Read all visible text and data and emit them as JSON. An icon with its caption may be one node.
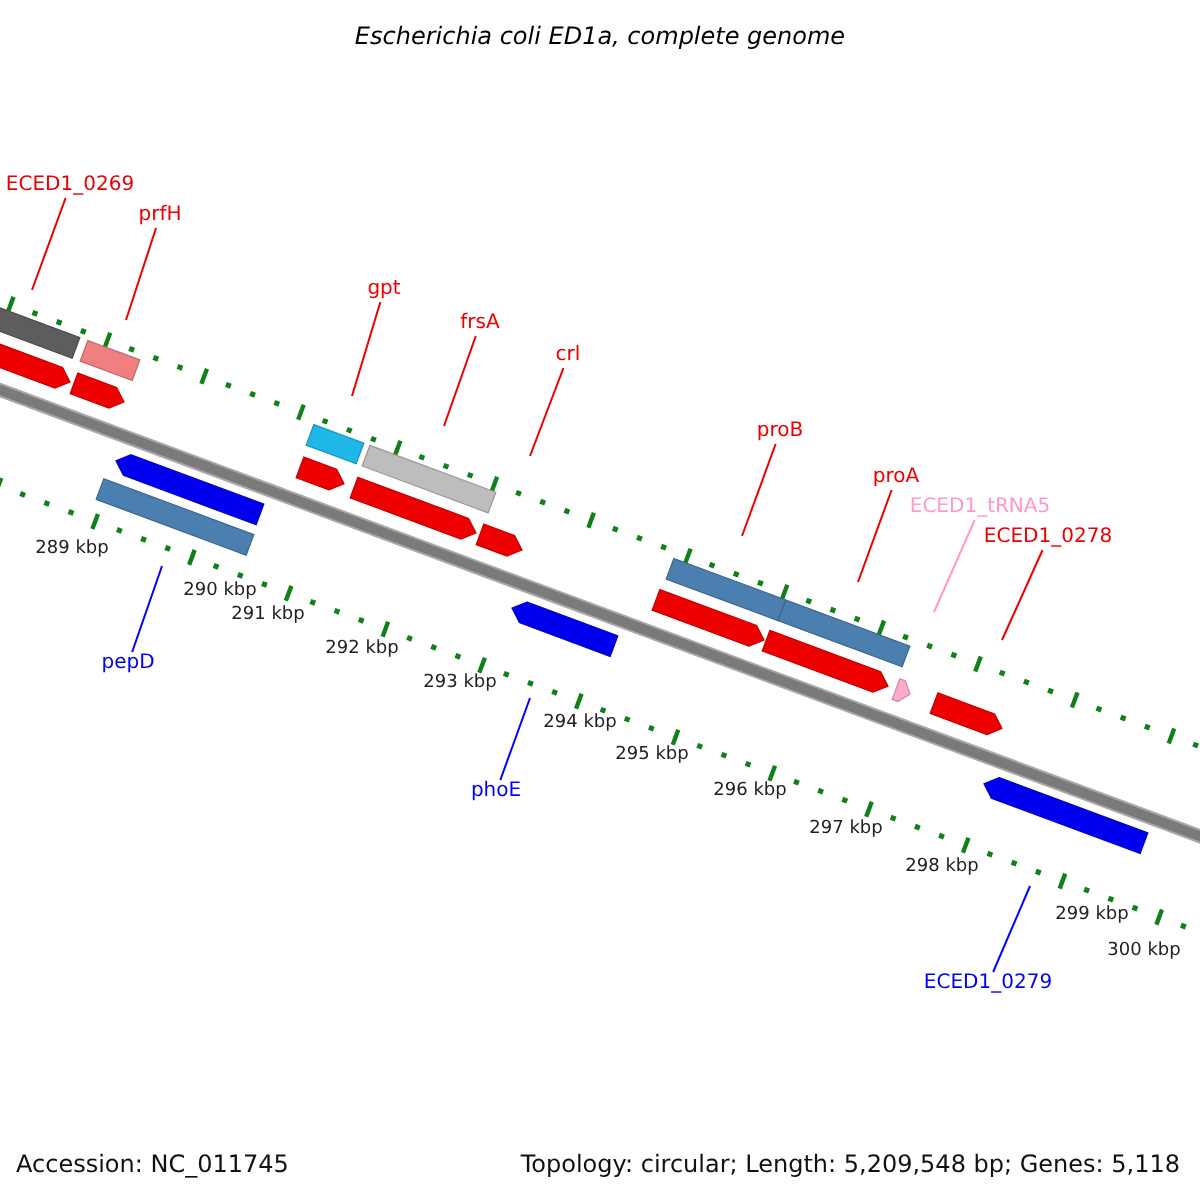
{
  "diagram": {
    "title": "Escherichia coli ED1a, complete genome",
    "nodes": [
      {
        "text": [
          "ECED1_0269"
        ]
      },
      {
        "text": [
          "prfH"
        ]
      },
      {
        "text": [
          "gpt"
        ]
      },
      {
        "text": [
          "frsA"
        ]
      },
      {
        "text": [
          "crl"
        ]
      },
      {
        "text": [
          "proB"
        ]
      },
      {
        "text": [
          "proA"
        ]
      },
      {
        "text": [
          "ECED1_tRNA5"
        ]
      },
      {
        "text": [
          "ECED1_0278"
        ]
      },
      {
        "text": [
          "pepD"
        ]
      },
      {
        "text": [
          "phoE"
        ]
      },
      {
        "text": [
          "ECED1_0279"
        ]
      }
    ],
    "edges": [
      {
        "from": 0,
        "to": null,
        "arrow": "none"
      },
      {
        "from": 1,
        "to": null,
        "arrow": "none"
      },
      {
        "from": 2,
        "to": null,
        "arrow": "none"
      },
      {
        "from": 3,
        "to": null,
        "arrow": "none"
      },
      {
        "from": 4,
        "to": null,
        "arrow": "none"
      },
      {
        "from": 5,
        "to": null,
        "arrow": "none"
      },
      {
        "from": 6,
        "to": null,
        "arrow": "none"
      },
      {
        "from": 7,
        "to": null,
        "arrow": "none",
        "color": "#ff99cc"
      },
      {
        "from": 8,
        "to": null,
        "arrow": "none"
      },
      {
        "from": 9,
        "to": null,
        "arrow": "none",
        "color": "#0000ff"
      },
      {
        "from": 10,
        "to": null,
        "arrow": "none",
        "color": "#0000ff"
      },
      {
        "from": 11,
        "to": null,
        "arrow": "none",
        "color": "#0000ff"
      }
    ],
    "labels": [
      "289 kbp",
      "290 kbp",
      "291 kbp",
      "292 kbp",
      "293 kbp",
      "294 kbp",
      "295 kbp",
      "296 kbp",
      "297 kbp",
      "298 kbp",
      "299 kbp",
      "300 kbp",
      "Accession: NC_011745",
      "Topology: circular; Length: 5,209,548 bp; Genes: 5,118"
    ]
  }
}
